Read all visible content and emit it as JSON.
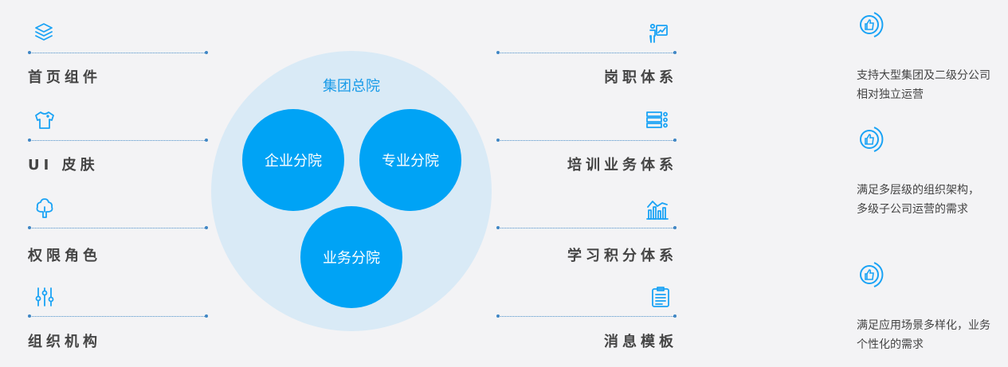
{
  "left_items": [
    {
      "label": "首页组件",
      "icon": "layers-icon"
    },
    {
      "label": "UI 皮肤",
      "icon": "tshirt-icon"
    },
    {
      "label": "权限角色",
      "icon": "tree-icon"
    },
    {
      "label": "组织机构",
      "icon": "sliders-icon"
    }
  ],
  "right_items": [
    {
      "label": "岗职体系",
      "icon": "presenter-icon"
    },
    {
      "label": "培训业务体系",
      "icon": "list-icon"
    },
    {
      "label": "学习积分体系",
      "icon": "bar-chart-icon"
    },
    {
      "label": "消息模板",
      "icon": "clipboard-icon"
    }
  ],
  "center": {
    "title": "集团总院",
    "branches": [
      "企业分院",
      "专业分院",
      "业务分院"
    ]
  },
  "features": [
    {
      "text": "支持大型集团及二级分公司相对独立运营",
      "icon": "thumbs-up-icon"
    },
    {
      "text": "满足多层级的组织架构，多级子公司运营的需求",
      "icon": "thumbs-up-icon"
    },
    {
      "text": "满足应用场景多样化，业务个性化的需求",
      "icon": "thumbs-up-icon"
    }
  ],
  "colors": {
    "accent": "#00a3f5",
    "circle_bg": "#d9eaf6",
    "text": "#444444"
  }
}
